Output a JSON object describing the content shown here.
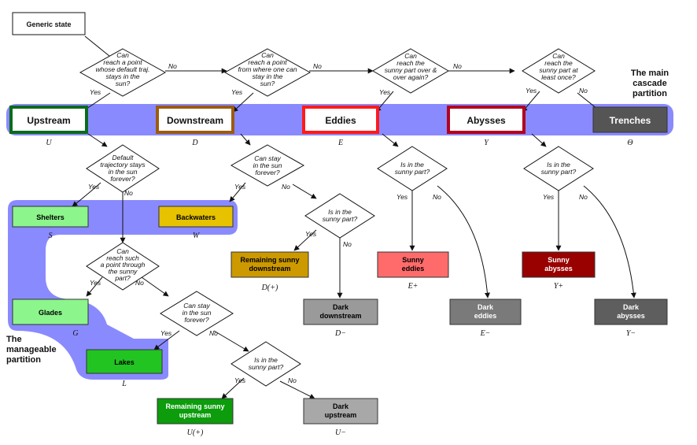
{
  "start": "Generic state",
  "yes": "Yes",
  "no": "No",
  "questions": {
    "q1": [
      "Can",
      "reach a point",
      "whose default traj.",
      "stays in the",
      "sun?"
    ],
    "q2": [
      "Can",
      "reach a point",
      "from where one can",
      "stay in the",
      "sun?"
    ],
    "q3": [
      "Can",
      "reach the",
      "sunny part over &",
      "over again?"
    ],
    "q4": [
      "Can",
      "reach the",
      "sunny part at",
      "least once?"
    ],
    "qu1": [
      "Default",
      "trajectory stays",
      "in the sun",
      "forever?"
    ],
    "qd1": [
      "Can stay",
      "in the sun",
      "forever?"
    ],
    "qd2": [
      "Is in the",
      "sunny part?"
    ],
    "qe1": [
      "Is in the",
      "sunny part?"
    ],
    "qa1": [
      "Is in the",
      "sunny part?"
    ],
    "qu2": [
      "Can",
      "reach such",
      "a point through",
      "the sunny",
      "part?"
    ],
    "qu3": [
      "Can stay",
      "in the sun",
      "forever?"
    ],
    "qu4": [
      "Is in the",
      "sunny part?"
    ]
  },
  "cascade": {
    "upstream": "Upstream",
    "downstream": "Downstream",
    "eddies": "Eddies",
    "abysses": "Abysses",
    "trenches": "Trenches"
  },
  "symbols": {
    "U": "U",
    "D": "D",
    "E": "E",
    "Y": "Y",
    "Theta": "Θ",
    "S": "S",
    "W": "W",
    "G": "G",
    "L": "L",
    "Dplus": "D(+)",
    "Dminus": "D−",
    "Eplus": "E+",
    "Eminus": "E−",
    "Yplus": "Y+",
    "Yminus": "Y−",
    "Uplus": "U(+)",
    "Uminus": "U−"
  },
  "leaves": {
    "shelters": [
      "Shelters"
    ],
    "backwaters": [
      "Backwaters"
    ],
    "glades": [
      "Glades"
    ],
    "lakes": [
      "Lakes"
    ],
    "remaining_sunny_downstream": [
      "Remaining sunny",
      "downstream"
    ],
    "dark_downstream": [
      "Dark",
      "downstream"
    ],
    "sunny_eddies": [
      "Sunny",
      "eddies"
    ],
    "dark_eddies": [
      "Dark",
      "eddies"
    ],
    "sunny_abysses": [
      "Sunny",
      "abysses"
    ],
    "dark_abysses": [
      "Dark",
      "abysses"
    ],
    "remaining_sunny_upstream": [
      "Remaining sunny",
      "upstream"
    ],
    "dark_upstream": [
      "Dark",
      "upstream"
    ]
  },
  "notes": {
    "main": [
      "The main",
      "cascade",
      "partition"
    ],
    "manageable": [
      "The",
      "manageable",
      "partition"
    ]
  },
  "colors": {
    "band": "#8a8aff",
    "upstream_border": "#0b6b1c",
    "downstream_border": "#9b5b12",
    "eddies_border": "#ff1a1a",
    "abysses_border": "#b3001e",
    "trenches": "#555555",
    "shelters": "#8cf58c",
    "backwaters": "#e6c200",
    "glades": "#8cf58c",
    "lakes": "#22c422",
    "remaining_sunny_downstream": "#cc9900",
    "dark_downstream": "#9a9a9a",
    "sunny_eddies": "#ff6b6b",
    "dark_eddies": "#7a7a7a",
    "sunny_abysses": "#990000",
    "dark_abysses": "#5e5e5e",
    "remaining_sunny_upstream": "#0c9c0c",
    "dark_upstream": "#a8a8a8"
  }
}
